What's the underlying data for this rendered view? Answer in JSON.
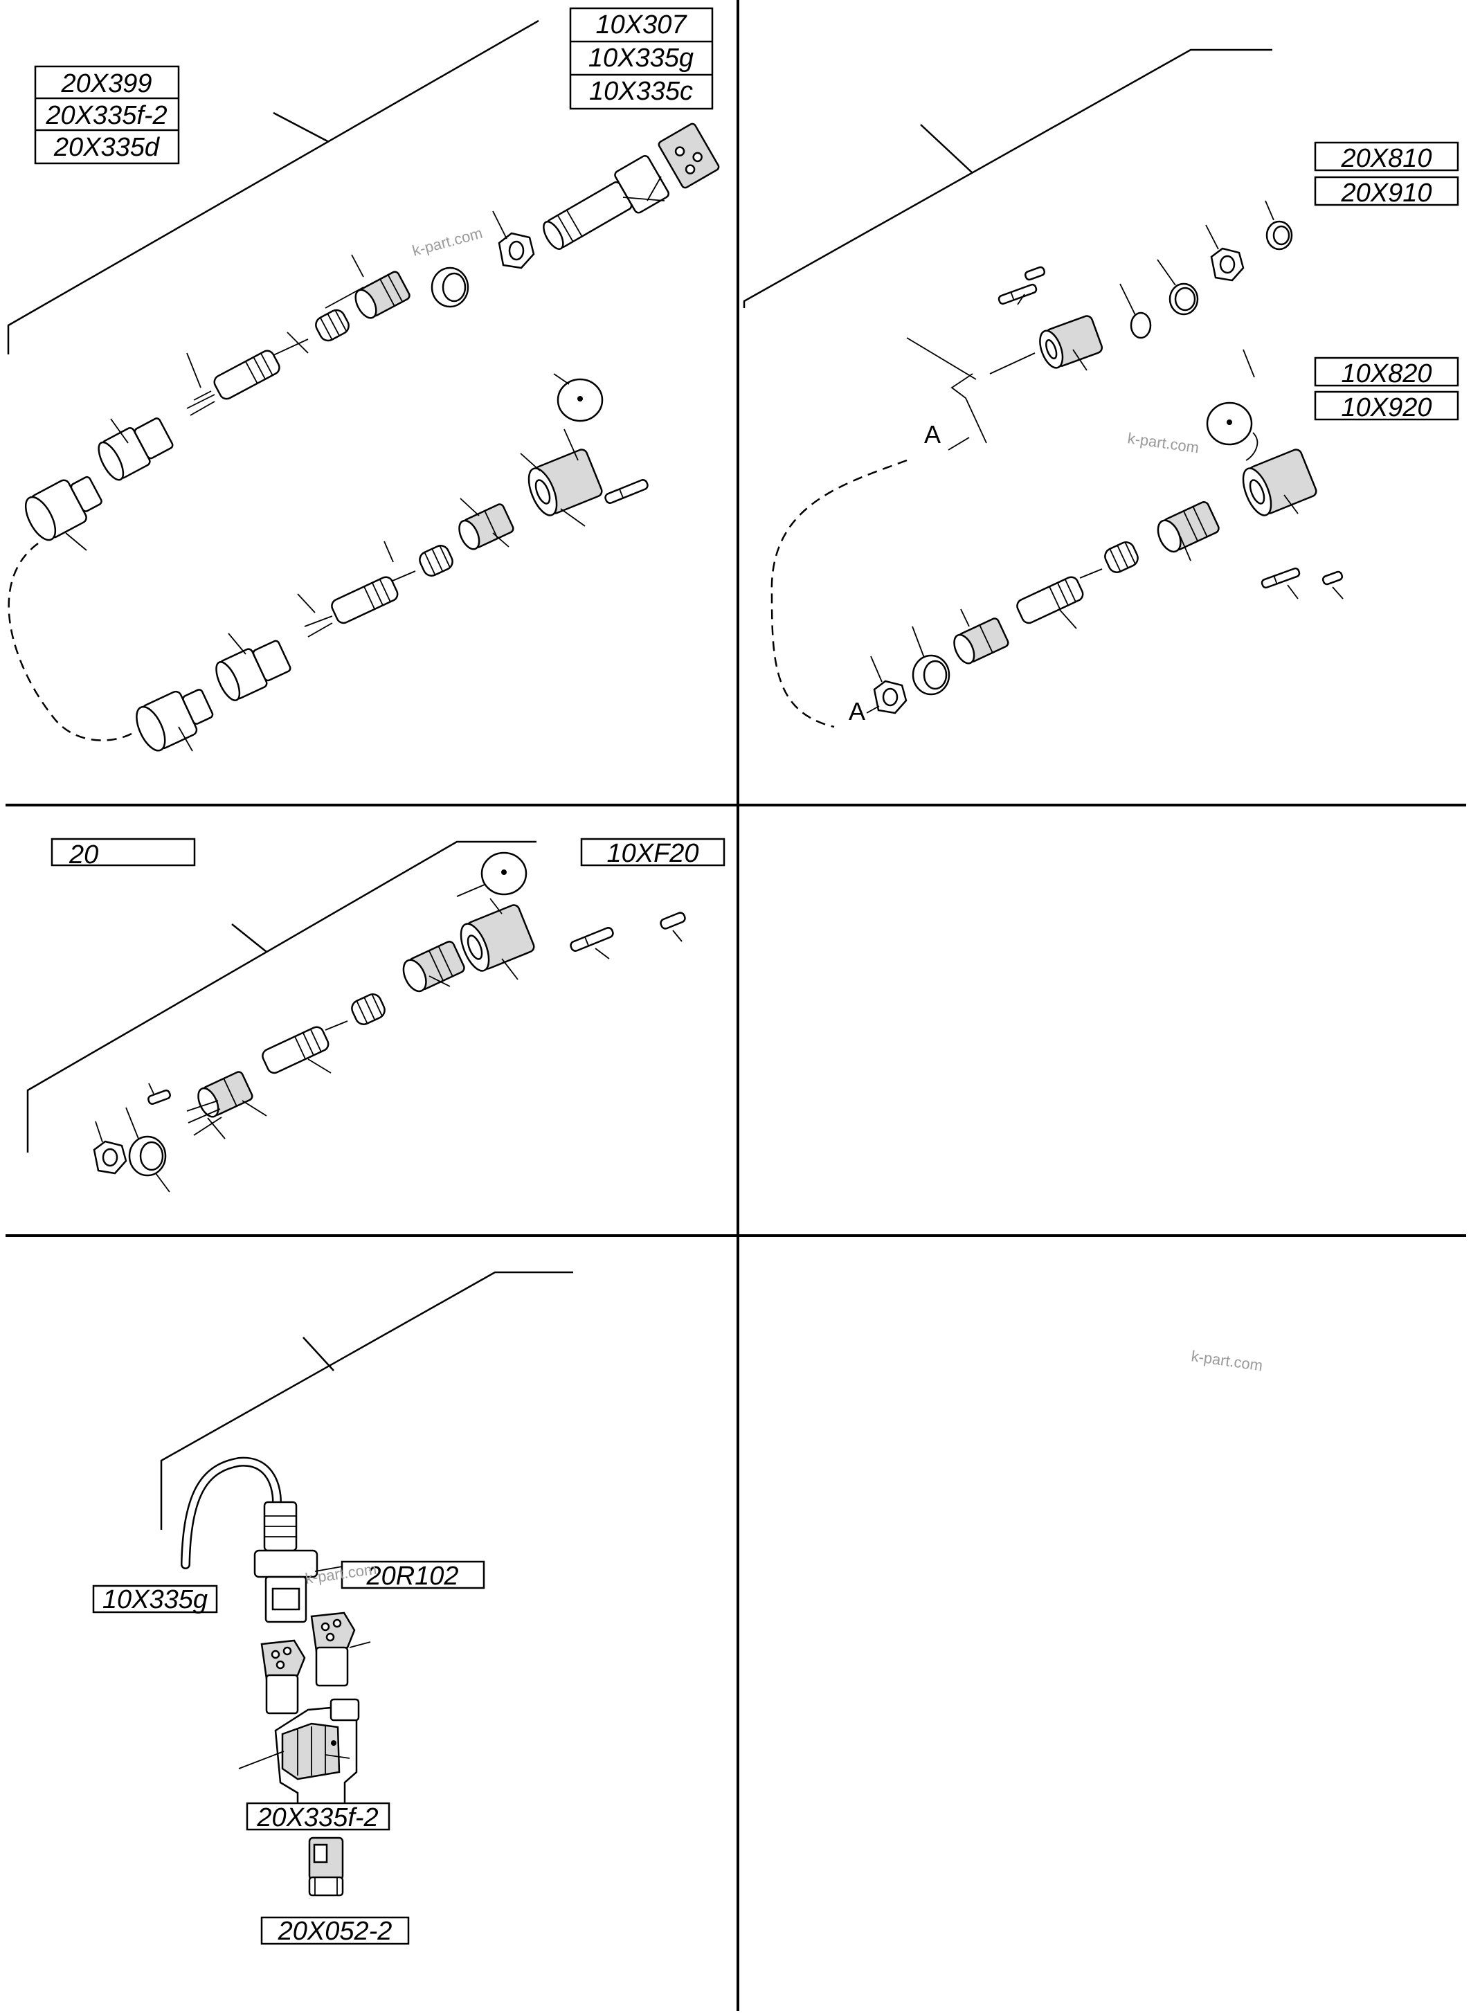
{
  "panels": {
    "p1": {
      "refs": [
        "20X399",
        "20X335f-2",
        "20X335d"
      ],
      "refs_right": [
        "10X307",
        "10X335g",
        "10X335c"
      ],
      "watermark": "k-part.com"
    },
    "p2": {
      "refs_a": [
        "20X810",
        "20X910"
      ],
      "refs_b": [
        "10X820",
        "10X920"
      ],
      "callout": "A",
      "watermark": "k-part.com"
    },
    "p3": {
      "ref_left": "20",
      "ref_right": "10XF20"
    },
    "p5": {
      "ref_cable": "10X335g",
      "ref_module": "20R102",
      "ref_housing": "20X335f-2",
      "ref_plug": "20X052-2",
      "watermark": "k-part.com"
    },
    "p6": {
      "watermark": "k-part.com"
    }
  }
}
